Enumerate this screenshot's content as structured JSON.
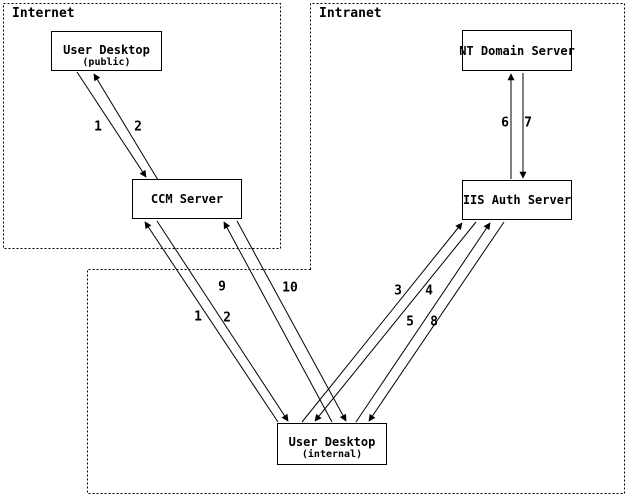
{
  "zones": {
    "internet": {
      "label": "Internet"
    },
    "intranet": {
      "label": "Intranet"
    }
  },
  "nodes": {
    "user_desktop_public": {
      "label": "User Desktop",
      "sublabel": "(public)"
    },
    "ccm_server": {
      "label": "CCM Server"
    },
    "nt_domain_server": {
      "label": "NT Domain Server"
    },
    "iis_auth_server": {
      "label": "IIS Auth Server"
    },
    "user_desktop_internal": {
      "label": "User Desktop",
      "sublabel": "(internal)"
    }
  },
  "edge_labels": {
    "public_1": "1",
    "public_2": "2",
    "internal_1": "1",
    "internal_2": "2",
    "step_3": "3",
    "step_4": "4",
    "step_5": "5",
    "step_6": "6",
    "step_7": "7",
    "step_8": "8",
    "step_9": "9",
    "step_10": "10"
  },
  "colors": {
    "line": "#000000",
    "background": "#ffffff"
  }
}
